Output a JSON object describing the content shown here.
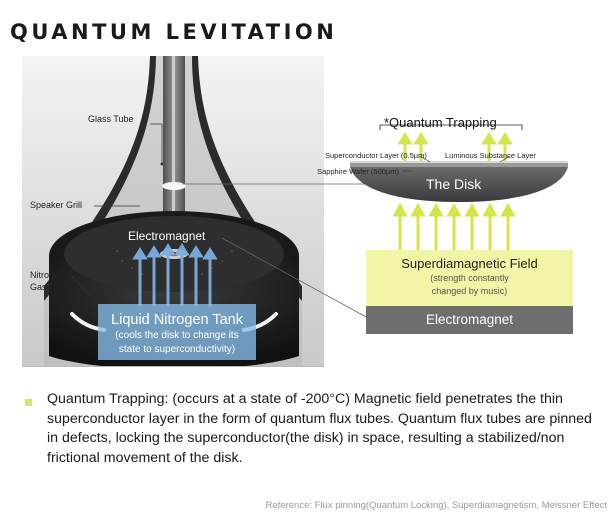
{
  "title": "QUANTUM LEVITATION",
  "photo_labels": {
    "glass_tube": "Glass Tube",
    "speaker_grill": "Speaker Grill",
    "nitrogen_gas_outlet_line1": "Nitrogen",
    "nitrogen_gas_outlet_line2": "Gas Outlet",
    "electromagnet": "Electromagnet",
    "tank_title": "Liquid Nitrogen Tank",
    "tank_desc_line1": "(cools the disk to change its",
    "tank_desc_line2": "state to superconductivity)"
  },
  "diagram": {
    "quantum_trapping": "*Quantum Trapping",
    "superconductor_layer": "Superconductor Layer (0.5µm)",
    "luminous_substance_layer": "Luminous Substance Layer",
    "sapphire_wafer": "Sapphire Wafer (500µm)",
    "the_disk": "The Disk",
    "field_title": "Superdiamagnetic Field",
    "field_desc_line1": "(strength constantly",
    "field_desc_line2": "changed by music)",
    "electromagnet": "Electromagnet"
  },
  "description": "Quantum Trapping: (occurs at a state of -200°C) Magnetic field penetrates the thin superconductor layer in the form of quantum flux tubes. Quantum flux tubes are pinned in defects, locking the superconductor(the disk) in space, resulting a stabilized/non frictional movement of the disk.",
  "reference": "Reference: Flux pinning(Quantum Locking), Superdiamagnetism, Meissner Effect",
  "colors": {
    "arrow_yellow": "#d6e44a",
    "field_bg": "#f3f5a6",
    "electromagnet_bg": "#6e6e6e",
    "tank_bg": "#87bee8",
    "bullet": "#d7e07a"
  }
}
